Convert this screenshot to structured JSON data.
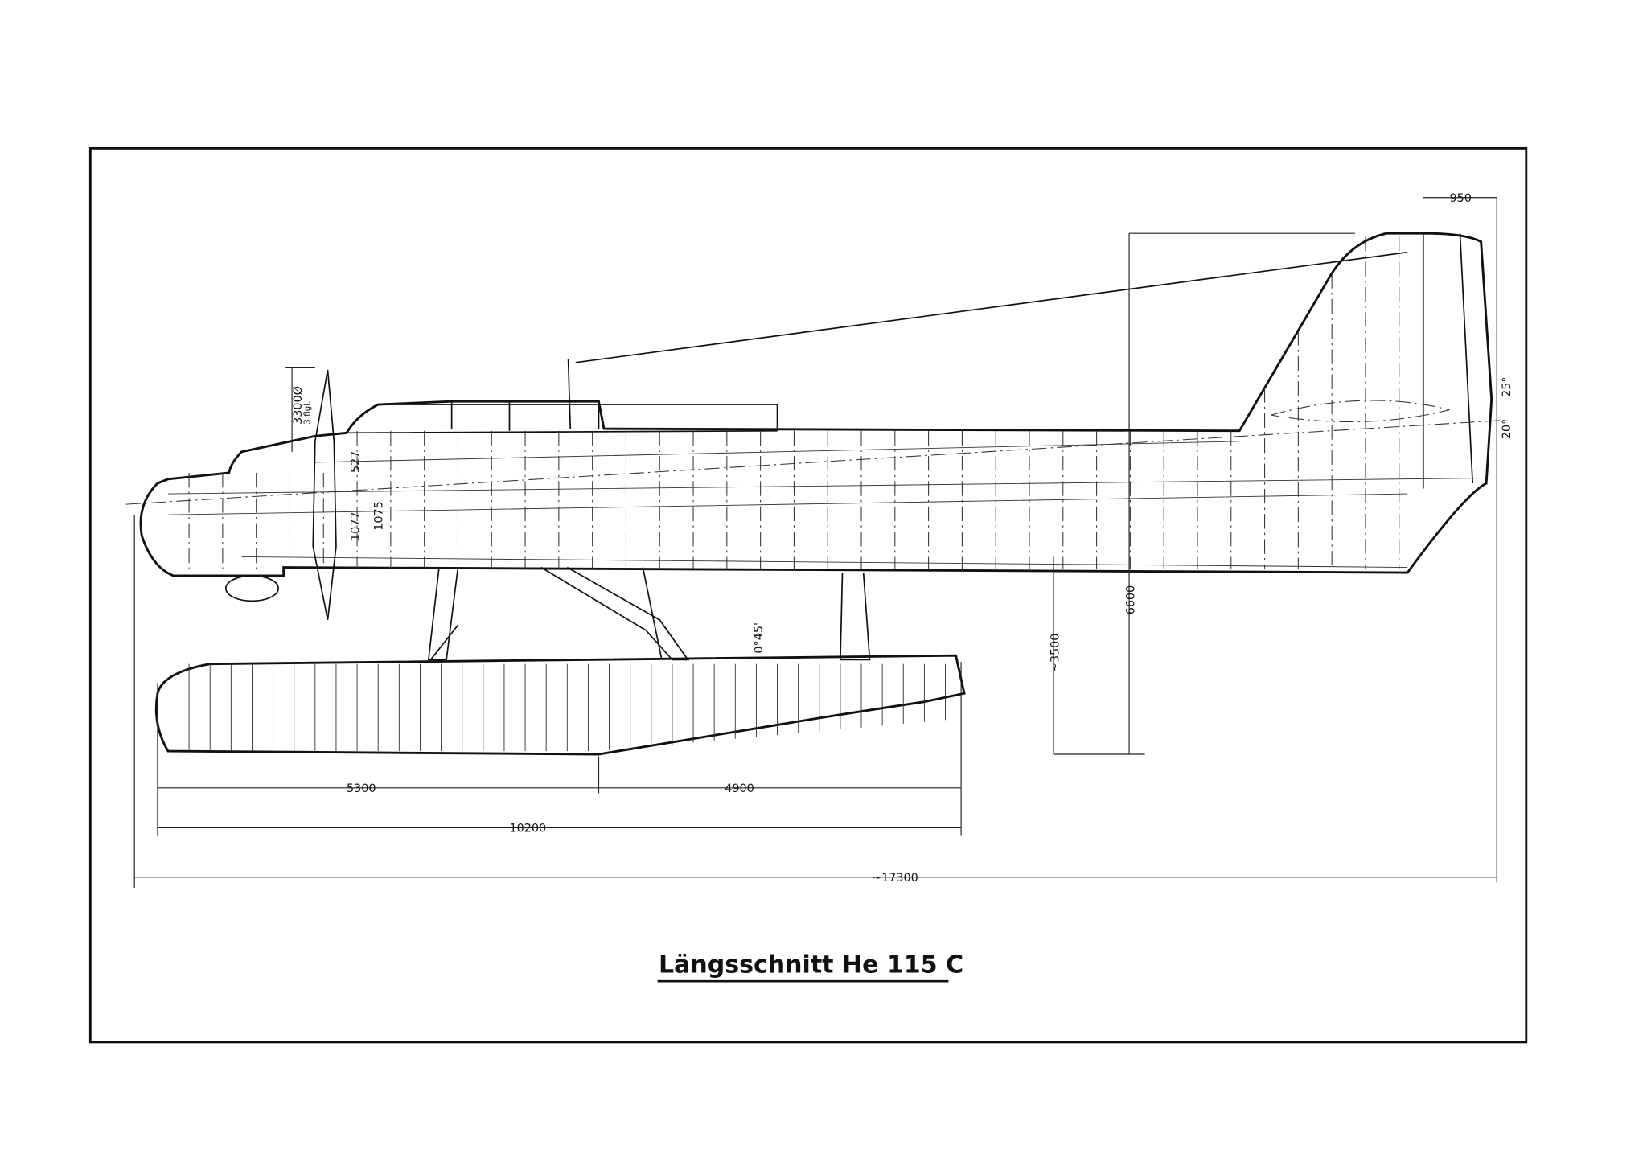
{
  "title": "Längsschnitt He 115 C",
  "dimensions": {
    "propeller": "3300Ø",
    "propeller_note": "3 flgl.",
    "d527": "527",
    "d1077": "1077",
    "d1075": "1075",
    "fin_width": "950",
    "angle_up": "25°",
    "angle_down": "20°",
    "float_angle": "0°45'",
    "height_float": "~3500",
    "height_total": "6600",
    "float_front": "5300",
    "float_rear": "4900",
    "float_length": "10200",
    "total_length": "~17300"
  }
}
